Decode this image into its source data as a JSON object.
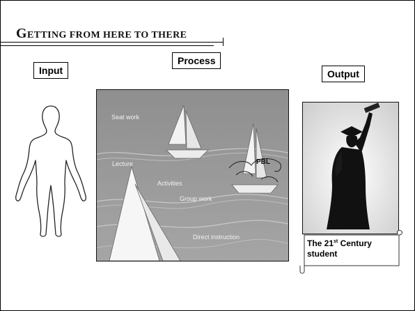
{
  "slide": {
    "title_first_letter_1": "G",
    "title_rest_1": "ETTING FROM HERE TO THERE"
  },
  "labels": {
    "input": "Input",
    "process": "Process",
    "output": "Output"
  },
  "process_scene": {
    "items": [
      "Seat work",
      "Lecture",
      "Activities",
      "Group work",
      "Direct instruction"
    ],
    "pbl_label": "PBL"
  },
  "output_caption": {
    "line1_prefix": "The 21",
    "line1_sup": "st",
    "line1_suffix": " Century",
    "line2": "student"
  }
}
